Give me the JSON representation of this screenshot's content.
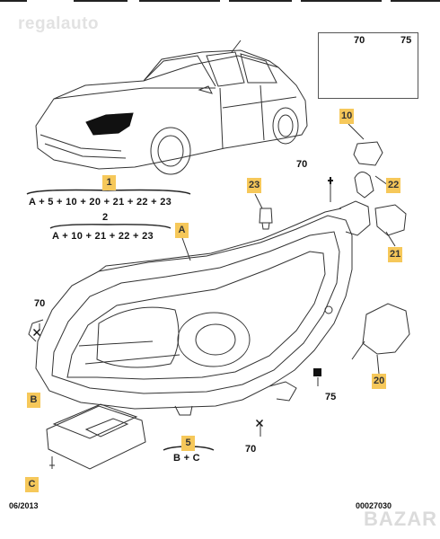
{
  "watermark": "regalauto",
  "inset": {
    "label_left": "70",
    "label_right": "75"
  },
  "callouts": {
    "c1": "1",
    "c2": "2",
    "c5": "5",
    "a": "A",
    "b": "B",
    "c": "C",
    "p10": "10",
    "p20": "20",
    "p21": "21",
    "p22": "22",
    "p23": "23"
  },
  "numbers": {
    "n70_top": "70",
    "n70_left": "70",
    "n70_bottom": "70",
    "n75_bottom": "75"
  },
  "formulas": {
    "f1": "A + 5 + 10 + 20 + 21 + 22 + 23",
    "f2": "A + 10 + 21 + 22 + 23",
    "f5": "B + C"
  },
  "footer": {
    "date": "06/2013",
    "ref": "00027030"
  },
  "marketplace_watermark": "BAZAR",
  "colors": {
    "callout_fill": "#f6c85a",
    "line": "#333333",
    "highlight": "#111111"
  }
}
